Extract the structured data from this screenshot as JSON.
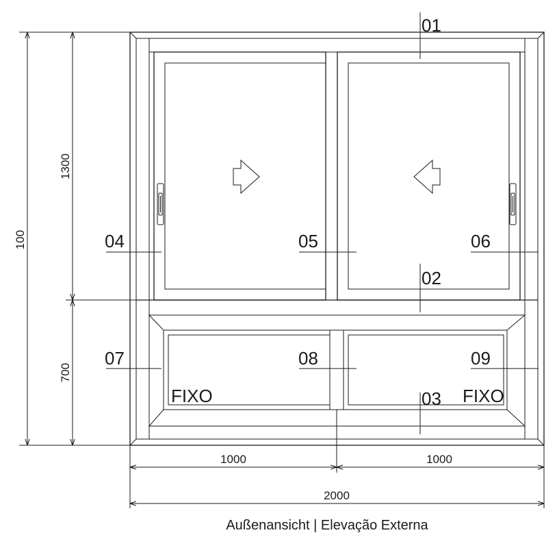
{
  "labels": {
    "p01": "01",
    "p02": "02",
    "p03": "03",
    "p04": "04",
    "p05": "05",
    "p06": "06",
    "p07": "07",
    "p08": "08",
    "p09": "09"
  },
  "fixed_left": "FIXO",
  "fixed_right": "FIXO",
  "dimensions": {
    "total_height": "100",
    "upper_height": "1300",
    "lower_height": "700",
    "left_width": "1000",
    "right_width": "1000",
    "total_width": "2000"
  },
  "caption": "Außenansicht | Elevação Externa"
}
